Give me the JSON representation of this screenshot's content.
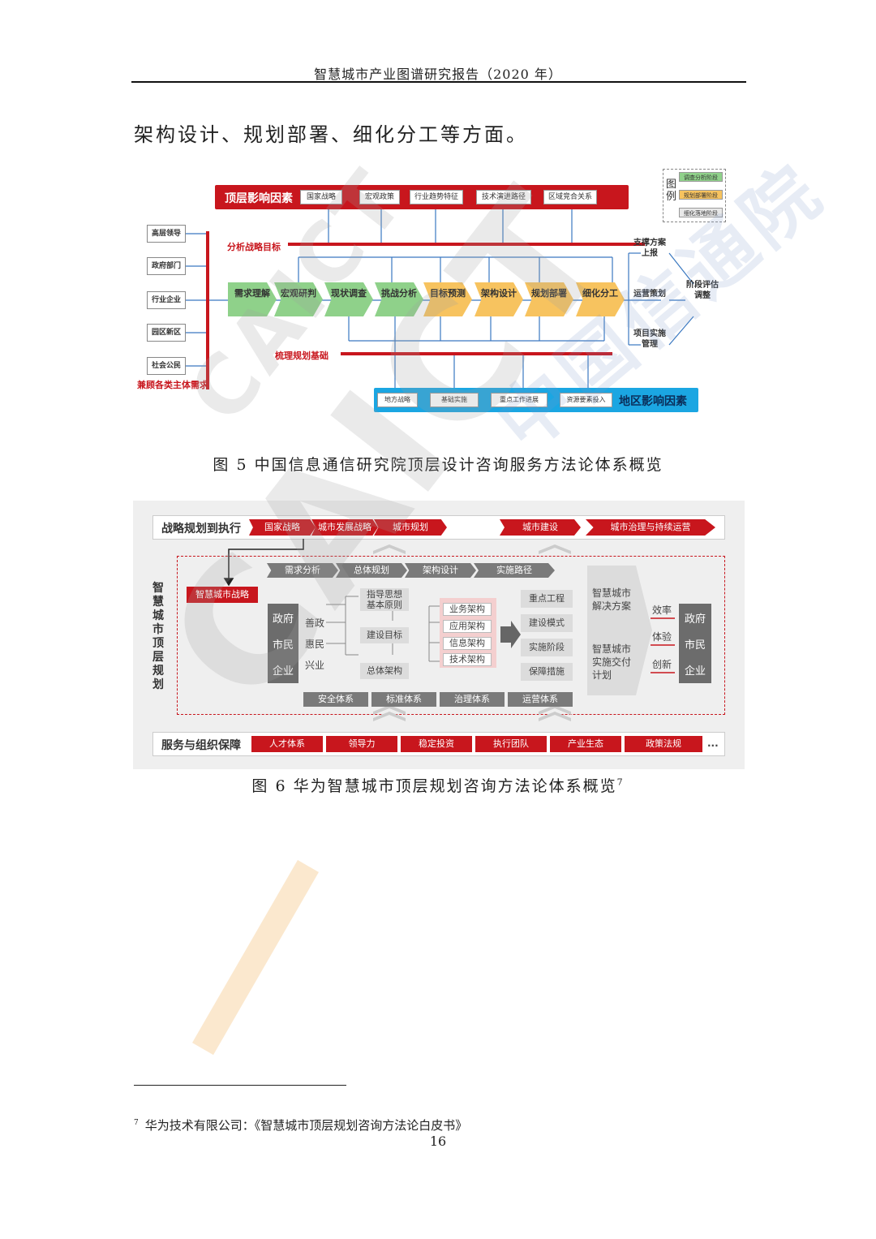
{
  "header": {
    "title": "智慧城市产业图谱研究报告（2020 年）"
  },
  "body": {
    "intro_line": "架构设计、规划部署、细化分工等方面。"
  },
  "figure5": {
    "top_bar_title": "顶层影响因素",
    "top_factors": [
      "国家战略",
      "宏观政策",
      "行业趋势特征",
      "技术演进路径",
      "区域竞合关系"
    ],
    "legend": {
      "title": "图例",
      "items": [
        "调查分析阶段",
        "规划部署阶段",
        "细化落地阶段"
      ]
    },
    "stakeholders": [
      "高层领导",
      "政府部门",
      "行业企业",
      "园区新区",
      "社会公民"
    ],
    "stakeholder_caption": "兼顾各类主体需求",
    "analysis_label": "分析战略目标",
    "basis_label": "梳理规划基础",
    "steps": [
      {
        "label": "需求理解",
        "stage": "g"
      },
      {
        "label": "宏观研判",
        "stage": "g"
      },
      {
        "label": "现状调查",
        "stage": "g"
      },
      {
        "label": "挑战分析",
        "stage": "g"
      },
      {
        "label": "目标预测",
        "stage": "y"
      },
      {
        "label": "架构设计",
        "stage": "y"
      },
      {
        "label": "规划部署",
        "stage": "y"
      },
      {
        "label": "细化分工",
        "stage": "y"
      }
    ],
    "outputs": [
      "支撑方案上报",
      "运营策划",
      "项目实施管理"
    ],
    "final_step": "阶段评估调整",
    "bottom_bar_title": "地区影响因素",
    "bottom_factors": [
      "地方战略",
      "基础实施",
      "重点工作进展",
      "资源要素投入"
    ],
    "caption": "图 5 中国信息通信研究院顶层设计咨询服务方法论体系概览"
  },
  "figure6": {
    "row1_label": "战略规划到执行",
    "row1_items": [
      "国家战略",
      "城市发展战略",
      "城市规划",
      "城市建设",
      "城市治理与持续运营"
    ],
    "vertical_title": "智慧城市顶层规划",
    "phases": [
      "需求分析",
      "总体规划",
      "架构设计",
      "实施路径"
    ],
    "strategy_box": "智慧城市战略",
    "actors_left": [
      "政府",
      "市民",
      "企业"
    ],
    "values_left": [
      "善政",
      "惠民",
      "兴业"
    ],
    "planning_items": [
      "指导思想\n基本原则",
      "建设目标",
      "总体架构"
    ],
    "architecture_items": [
      "业务架构",
      "应用架构",
      "信息架构",
      "技术架构"
    ],
    "path_items": [
      "重点工程",
      "建设模式",
      "实施阶段",
      "保障措施"
    ],
    "solutions": [
      "智慧城市解决方案",
      "智慧城市实施交付计划"
    ],
    "benefits": [
      "效率",
      "体验",
      "创新"
    ],
    "actors_right": [
      "政府",
      "市民",
      "企业"
    ],
    "systems": [
      "安全体系",
      "标准体系",
      "治理体系",
      "运营体系"
    ],
    "row2_label": "服务与组织保障",
    "row2_items": [
      "人才体系",
      "领导力",
      "稳定投资",
      "执行团队",
      "产业生态",
      "政策法规"
    ],
    "row2_more": "...",
    "caption": "图 6 华为智慧城市顶层规划咨询方法论体系概览",
    "caption_note": "7"
  },
  "footnote": {
    "mark": "7",
    "text": "华为技术有限公司：《智慧城市顶层规划咨询方法论白皮书》"
  },
  "page_number": "16",
  "watermark": {
    "text": "CAICT",
    "cn": "中国信通院"
  }
}
